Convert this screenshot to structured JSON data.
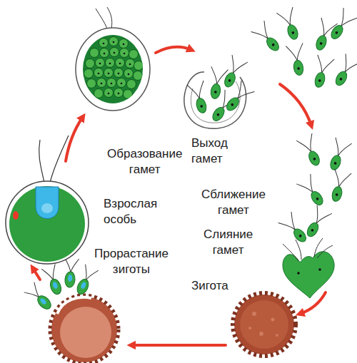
{
  "diagram": {
    "labels": [
      "Образование гамет",
      "Выход гамет",
      "Сближение гамет",
      "Слияние гамет",
      "Зигота",
      "Прорастание зиготы",
      "Взрослая особь"
    ]
  }
}
